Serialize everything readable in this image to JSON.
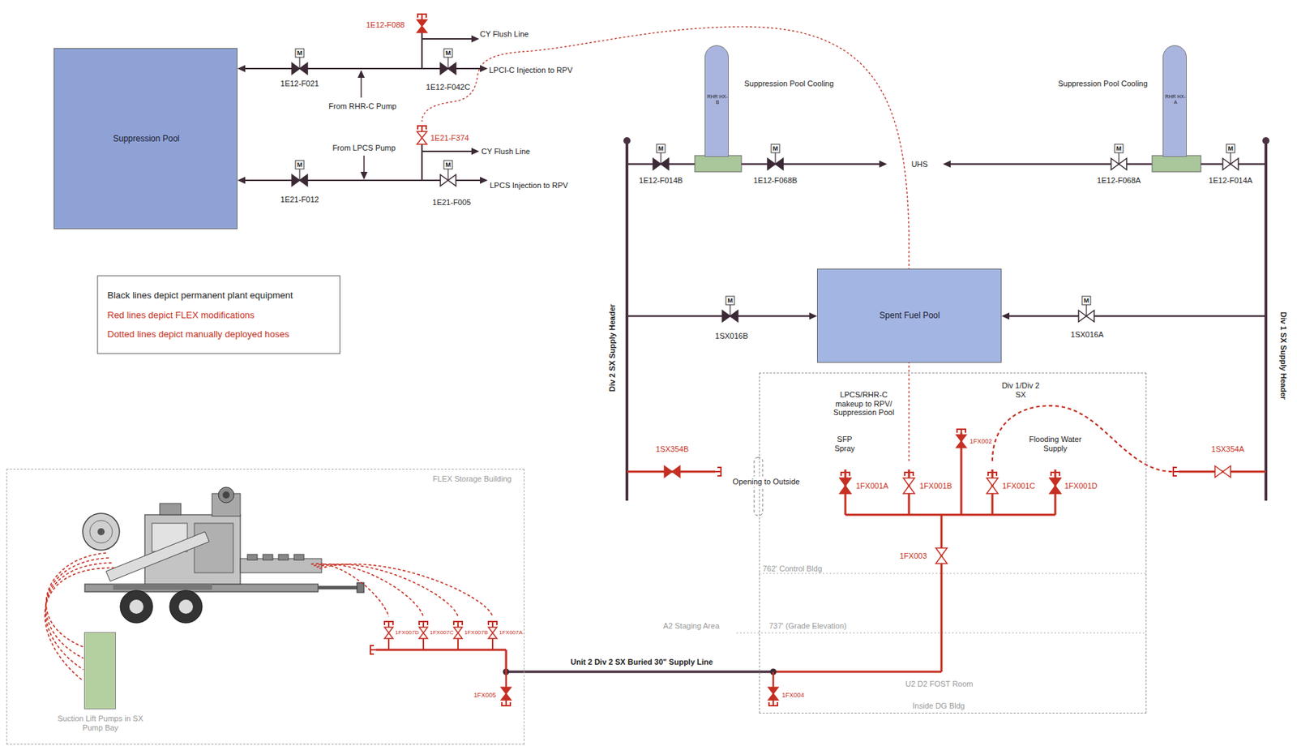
{
  "diagram": {
    "nodes": [
      {
        "text": [
          "Suppression Pool"
        ]
      },
      {
        "text": [
          "RHR HX-B"
        ]
      },
      {
        "text": [
          "RHR HX-A"
        ]
      },
      {
        "text": [
          "Spent Fuel Pool"
        ]
      },
      {
        "text": [
          "U2 D2 FOST Room",
          "Inside DG Bldg"
        ]
      },
      {
        "text": [
          "FLEX Storage Building"
        ]
      },
      {
        "text": [
          "Suction Lift Pumps in SX Pump Bay"
        ],
        "in": 5
      }
    ],
    "labels": [
      "1E12-F088",
      "CY Flush Line",
      "M",
      "M",
      "LPCI-C Injection to RPV",
      "1E12-F021",
      "1E12-F042C",
      "From RHR-C Pump",
      "Suppression Pool Cooling",
      "Suppression Pool Cooling",
      "1E21-F374",
      "From LPCS Pump",
      "M",
      "M",
      "M",
      "M",
      "CY Flush Line",
      "UHS",
      "M",
      "M",
      "1E12-F014B",
      "1E12-F068B",
      "1E12-F068A",
      "1E12-F014A",
      "LPCS Injection to RPV",
      "1E21-F012",
      "1E21-F005",
      "M",
      "M",
      "Div 2 SX Supply Header",
      "1SX016B",
      "1SX016A",
      "Div 1 SX Supply Header",
      "Div 1/Div 2 SX",
      "LPCS/RHR-C makeup to RPV/ Suppression Pool",
      "1FX002",
      "SFP Spray",
      "Flooding Water Supply",
      "1SX354B",
      "1SX354A",
      "Opening to Outside",
      "1FX001A",
      "1FX001B",
      "1FX001C",
      "1FX001D",
      "1FX003",
      "762' Control Bldg",
      "A2 Staging Area",
      "737' (Grade Elevation)",
      "1FX007D",
      "1FX007C",
      "1FX007B",
      "1FX007A",
      "Unit 2 Div 2 SX Buried 30\" Supply Line",
      "1FX005",
      "1FX004"
    ],
    "legend": [
      {
        "text": "Black lines depict permanent plant equipment"
      },
      {
        "text": "Red lines depict FLEX modifications"
      },
      {
        "text": "Dotted lines depict manually deployed hoses"
      }
    ]
  }
}
